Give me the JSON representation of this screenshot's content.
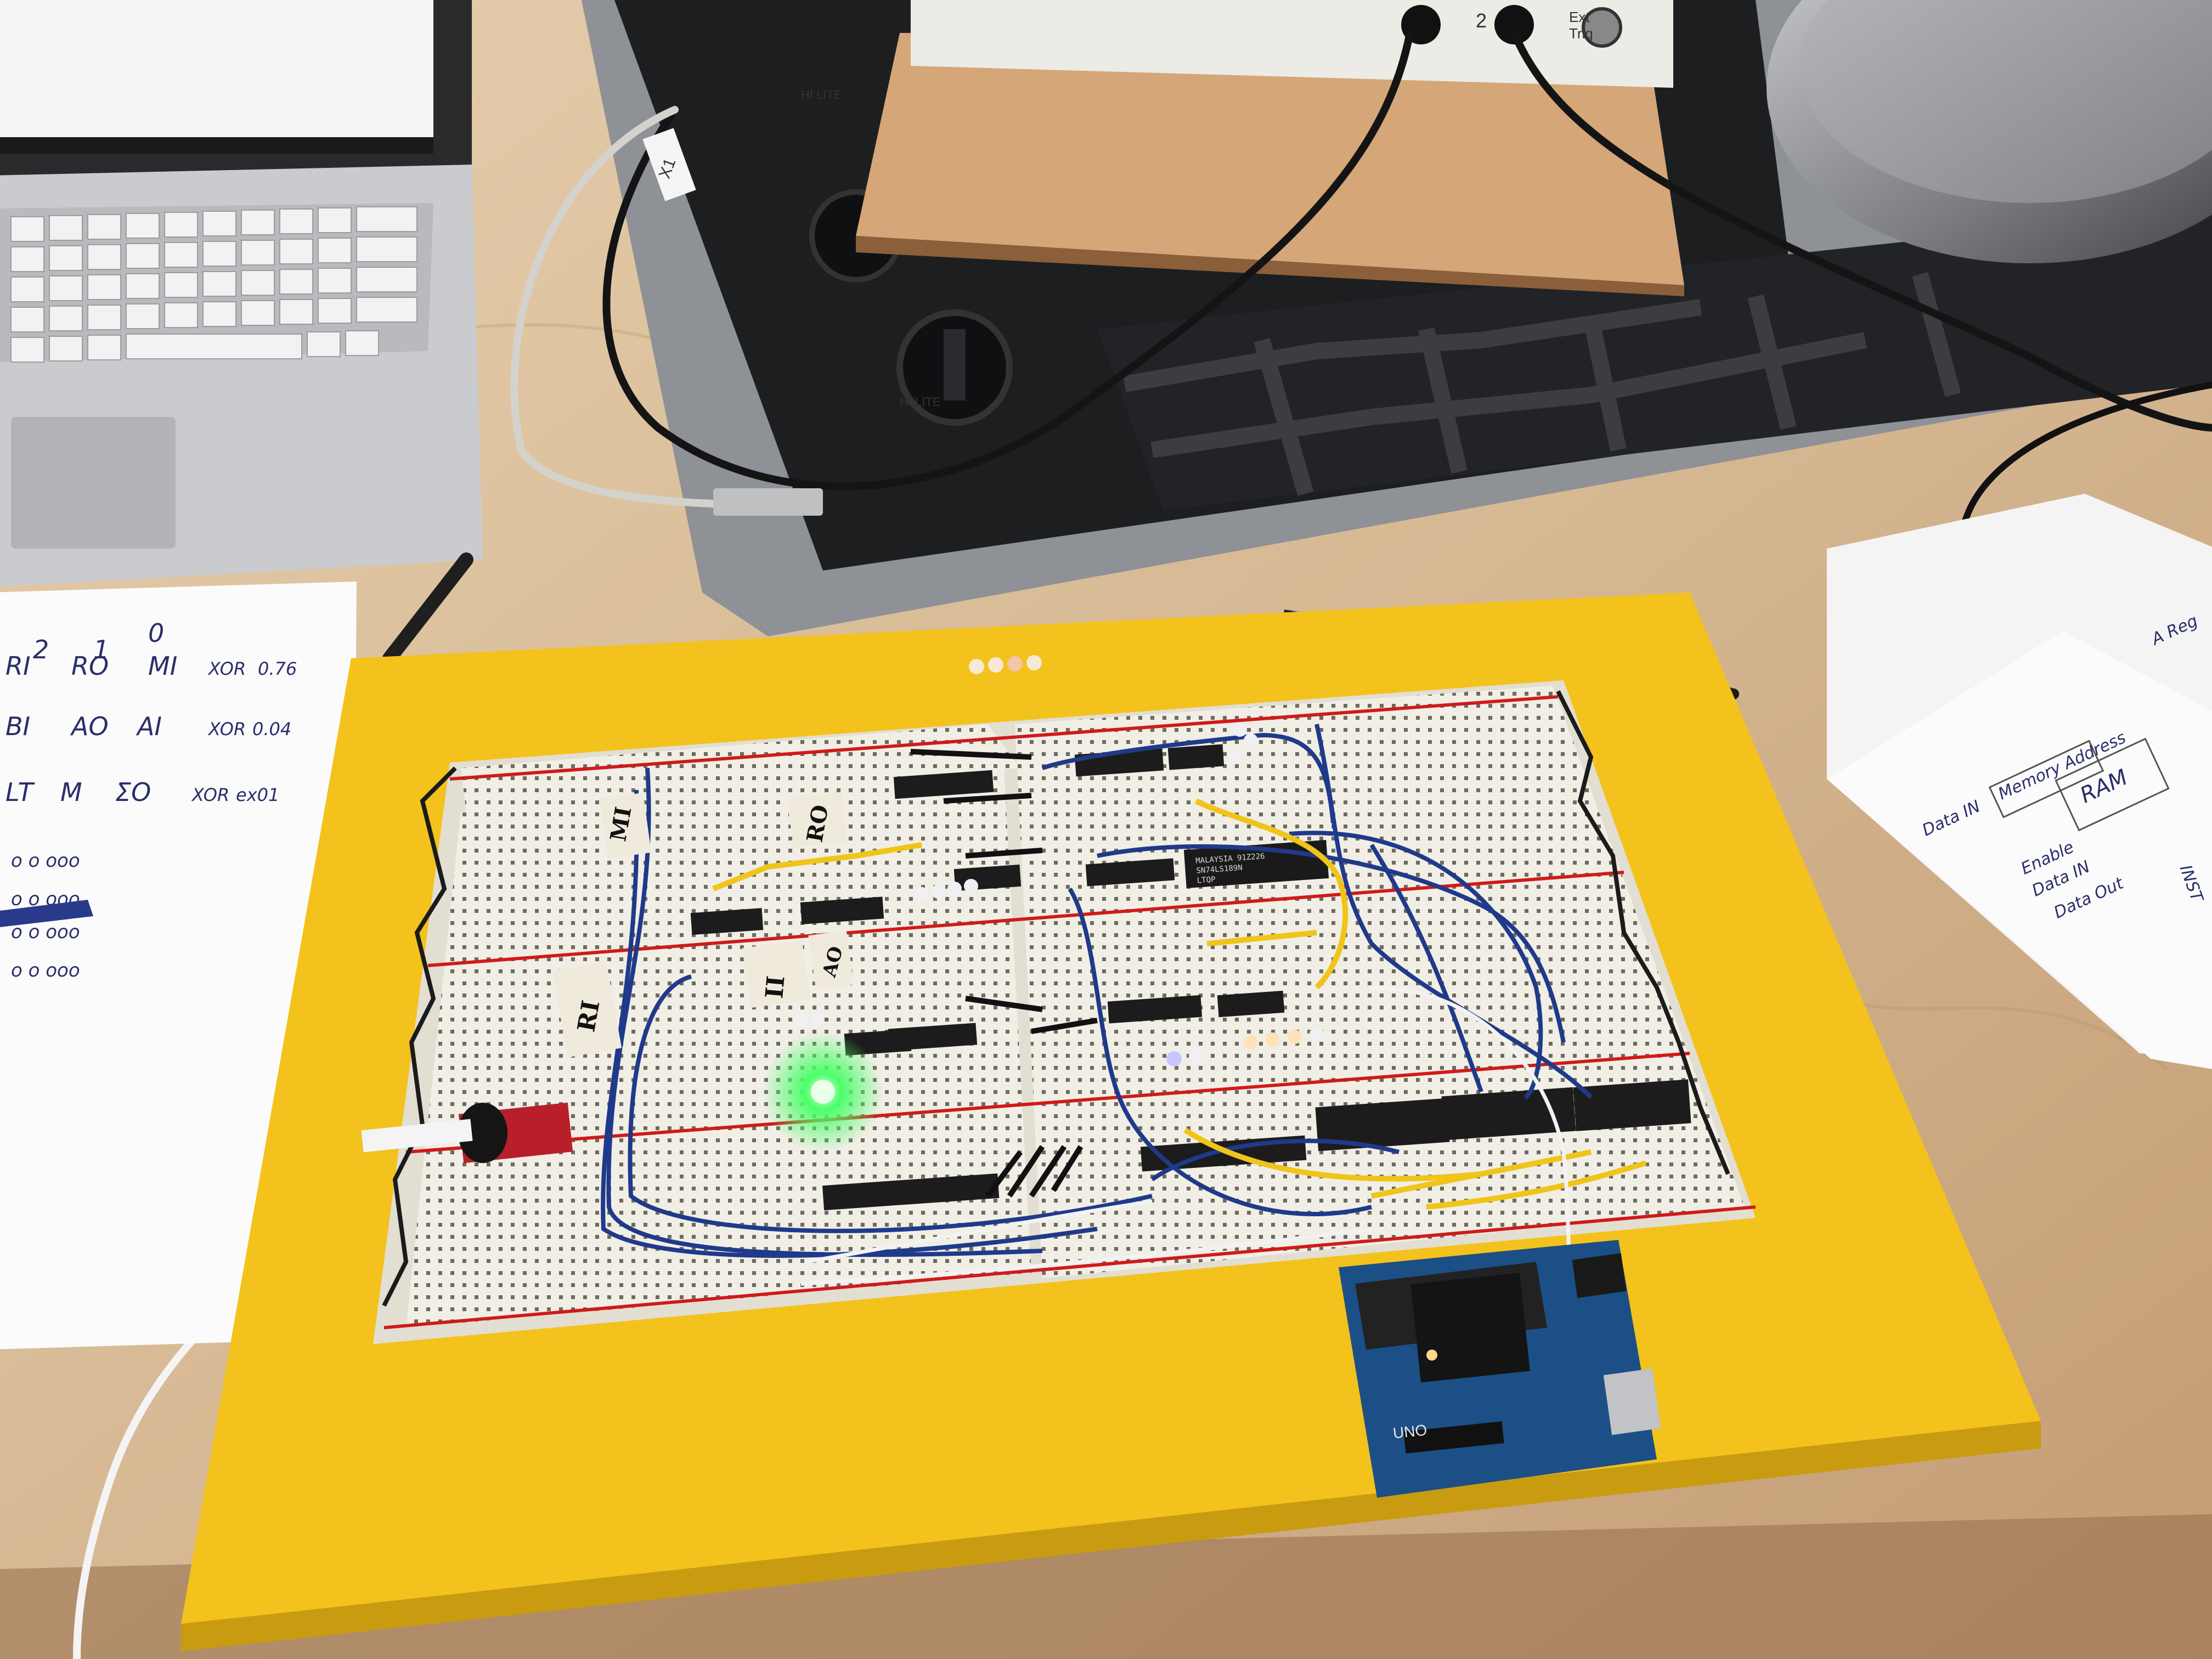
{
  "colors": {
    "counter": "#d9c2a0",
    "cutting_board": "#f3c21c",
    "breadboard": "#f1eee6",
    "stove": "#1d1e20",
    "arduino": "#1b4f86",
    "led_green": "#3cff5a",
    "wire_blue": "#1f3a8a",
    "wire_yellow": "#f0c419"
  },
  "notes": {
    "row1": [
      "2",
      "1",
      "0"
    ],
    "row2_labels": [
      "RI",
      "RO",
      "MI",
      "XOR",
      "0.76"
    ],
    "row3_labels": [
      "BI",
      "AO",
      "AI",
      "XOR",
      "0.04"
    ],
    "row4_labels": [
      "LT",
      "M",
      "ΣO",
      "XOR",
      "ex01"
    ],
    "row5": "o o ooo",
    "row6": "o o ooo",
    "row7": "o o ooo",
    "row8": "o o ooo"
  },
  "tape_labels": {
    "mi": "MI",
    "ro": "RO",
    "ii": "II",
    "ao": "AO",
    "ri": "RI"
  },
  "chip_marking": {
    "line1": "MALAYSIA  91Z226",
    "line2": "SN74LS189N",
    "line3": "LTQP"
  },
  "scope": {
    "label_ext": "Ext",
    "label_trig": "Trig",
    "label_2": "2"
  },
  "stove": {
    "knob_label": "HI LITE",
    "knob_label_2": "HI LITE"
  },
  "cable_tag": "X1",
  "diagram": {
    "memory_box": "Memory Address",
    "ram_box": "RAM",
    "data_in": "Data IN",
    "data_in_2": "Data IN",
    "data_out": "Data Out",
    "enable": "Enable",
    "inst": "INST",
    "reg": "A Reg"
  },
  "arduino": {
    "brand": "UNO"
  }
}
